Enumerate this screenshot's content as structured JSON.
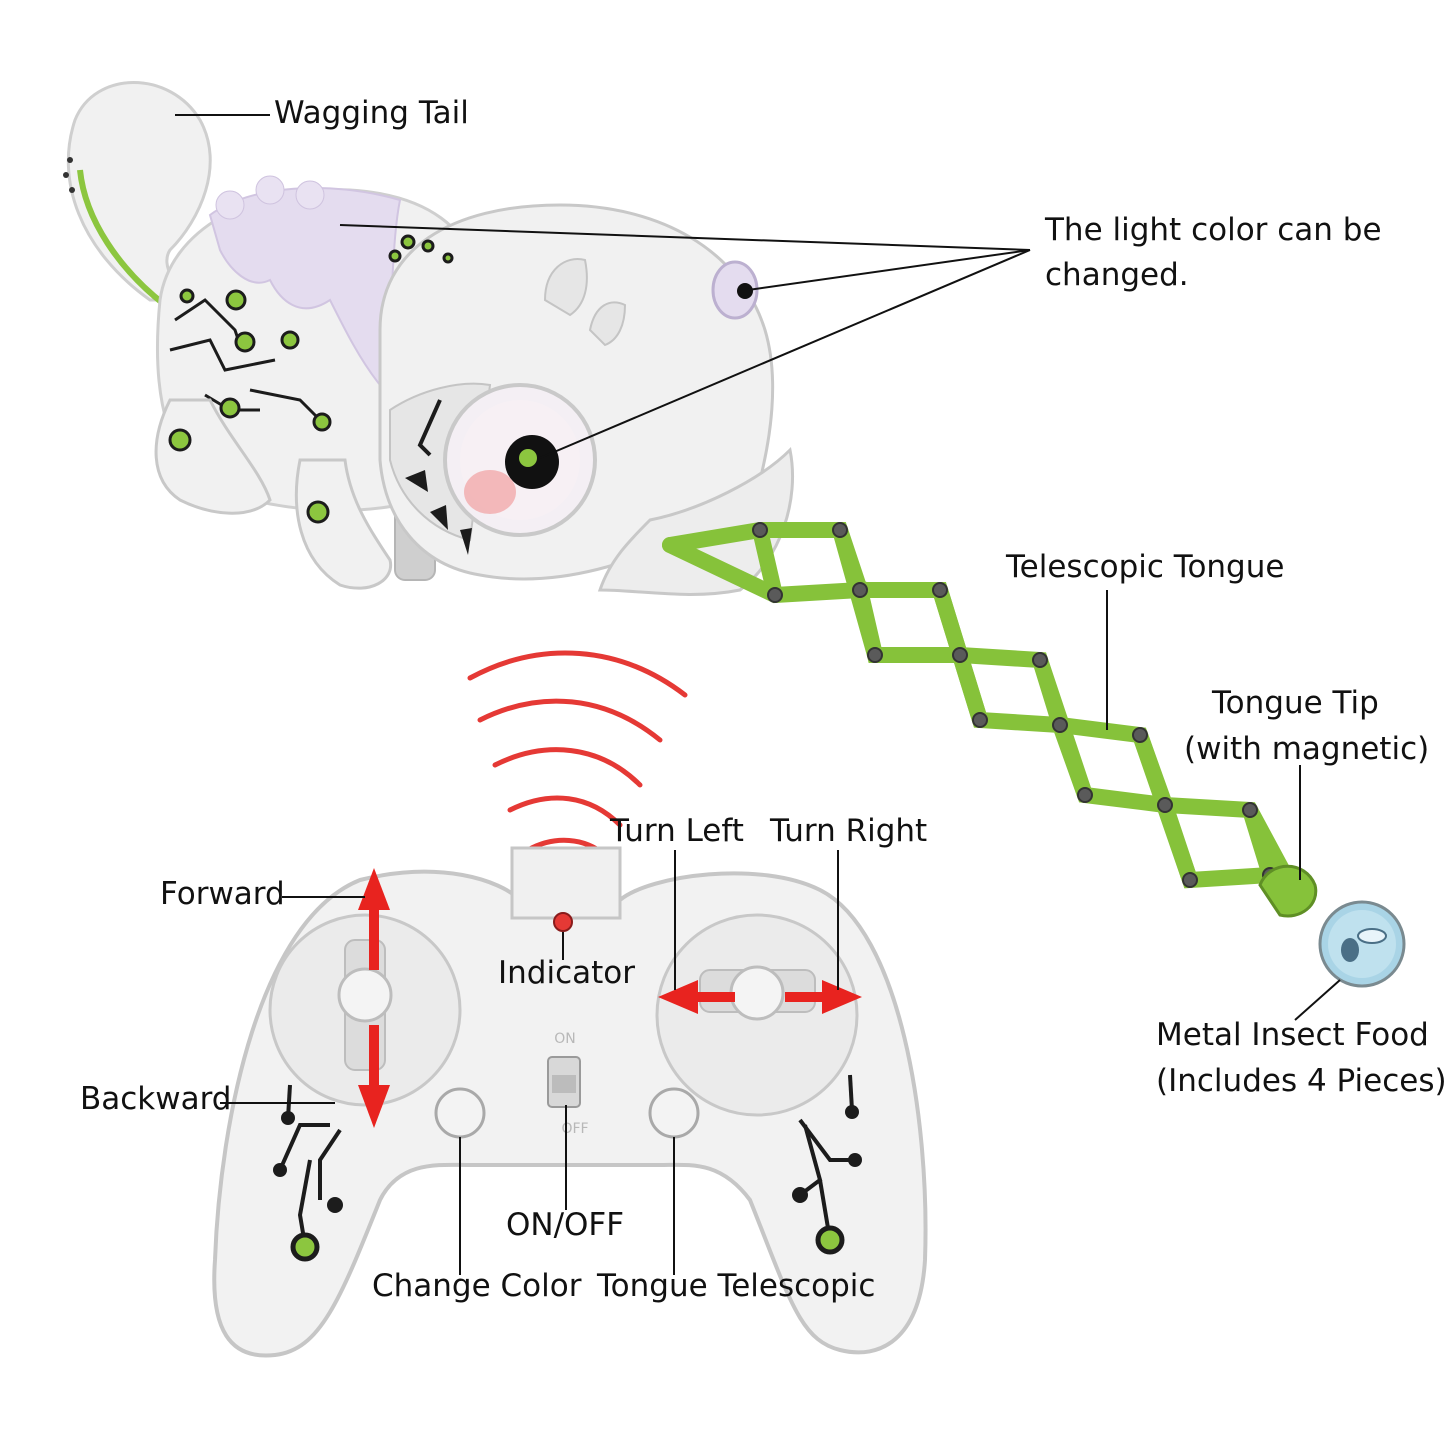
{
  "colors": {
    "body_white": "#f1f1f1",
    "shell_shadow": "#d2d2d2",
    "crest_lavender": "#e4dcef",
    "accent_green": "#8cc63f",
    "circuit_dark": "#1c1c1c",
    "arrow_red": "#e8231f",
    "signal_red": "#e53935",
    "tongue_green": "#86c23a",
    "rivet_gray": "#5a5a5a",
    "coin_blue": "#a9d4e6"
  },
  "labels": {
    "wagging_tail": "Wagging Tail",
    "light_color_line1": "The light color can be",
    "light_color_line2": "changed.",
    "telescopic_tongue": "Telescopic Tongue",
    "tongue_tip_line1": "Tongue Tip",
    "tongue_tip_line2": "(with magnetic)",
    "metal_insect_line1": "Metal Insect Food",
    "metal_insect_line2": "(Includes 4 Pieces)",
    "turn_left": "Turn Left",
    "turn_right": "Turn Right",
    "forward": "Forward",
    "backward": "Backward",
    "indicator": "Indicator",
    "on_off": "ON/OFF",
    "change_color": "Change Color",
    "tongue_telescopic": "Tongue Telescopic"
  },
  "remote": {
    "switch_on": "ON",
    "switch_off": "OFF"
  }
}
